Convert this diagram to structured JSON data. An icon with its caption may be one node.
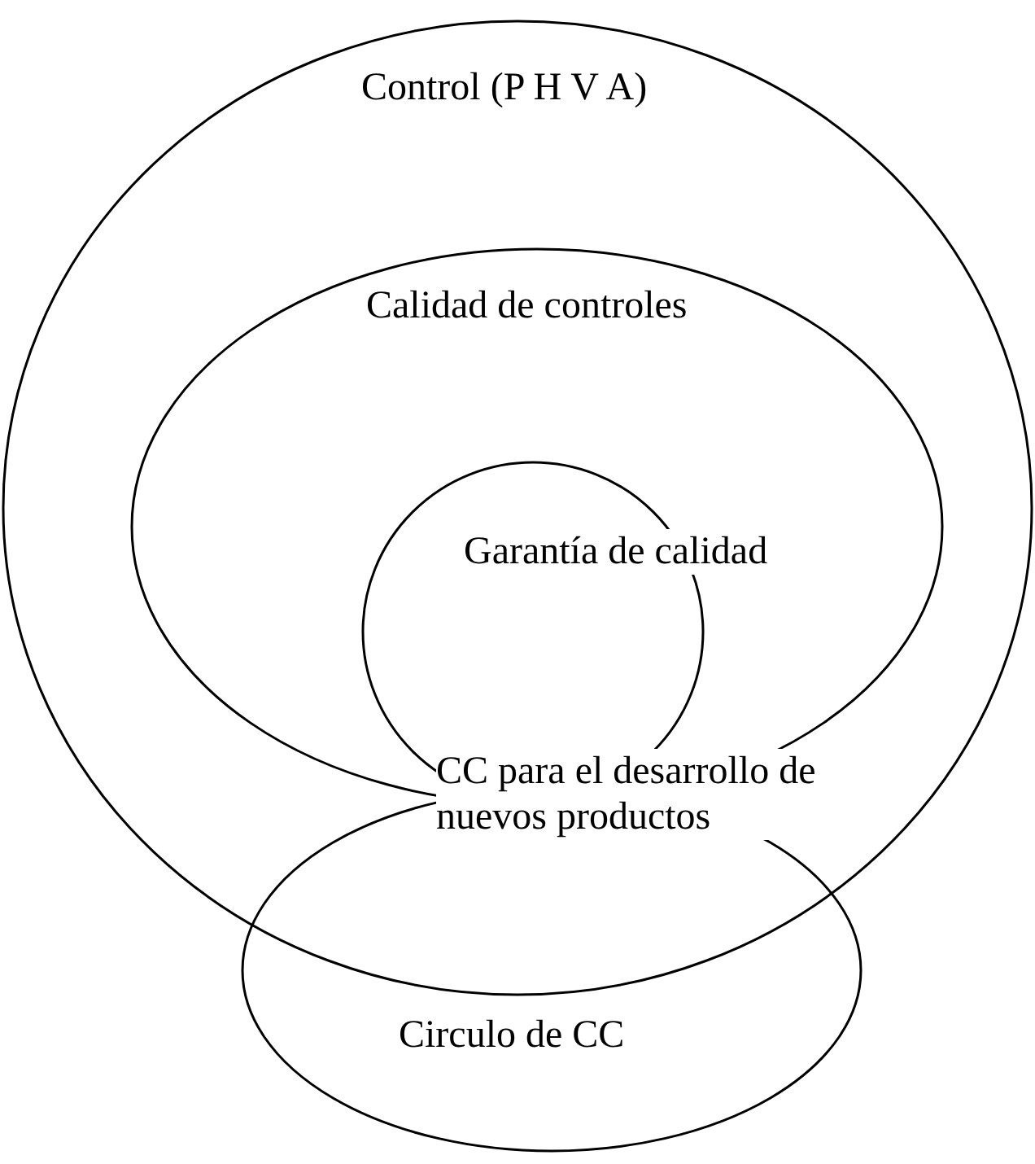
{
  "diagram": {
    "nodes": [
      {
        "text": [
          "Control (P H V A)"
        ]
      },
      {
        "text": [
          "Calidad de controles"
        ],
        "in": 0
      },
      {
        "text": [
          "Garantía de calidad"
        ],
        "in": 1
      },
      {
        "text": [
          "Circulo de CC"
        ]
      }
    ],
    "labels": [
      "CC para el desarrollo de nuevos productos"
    ]
  }
}
